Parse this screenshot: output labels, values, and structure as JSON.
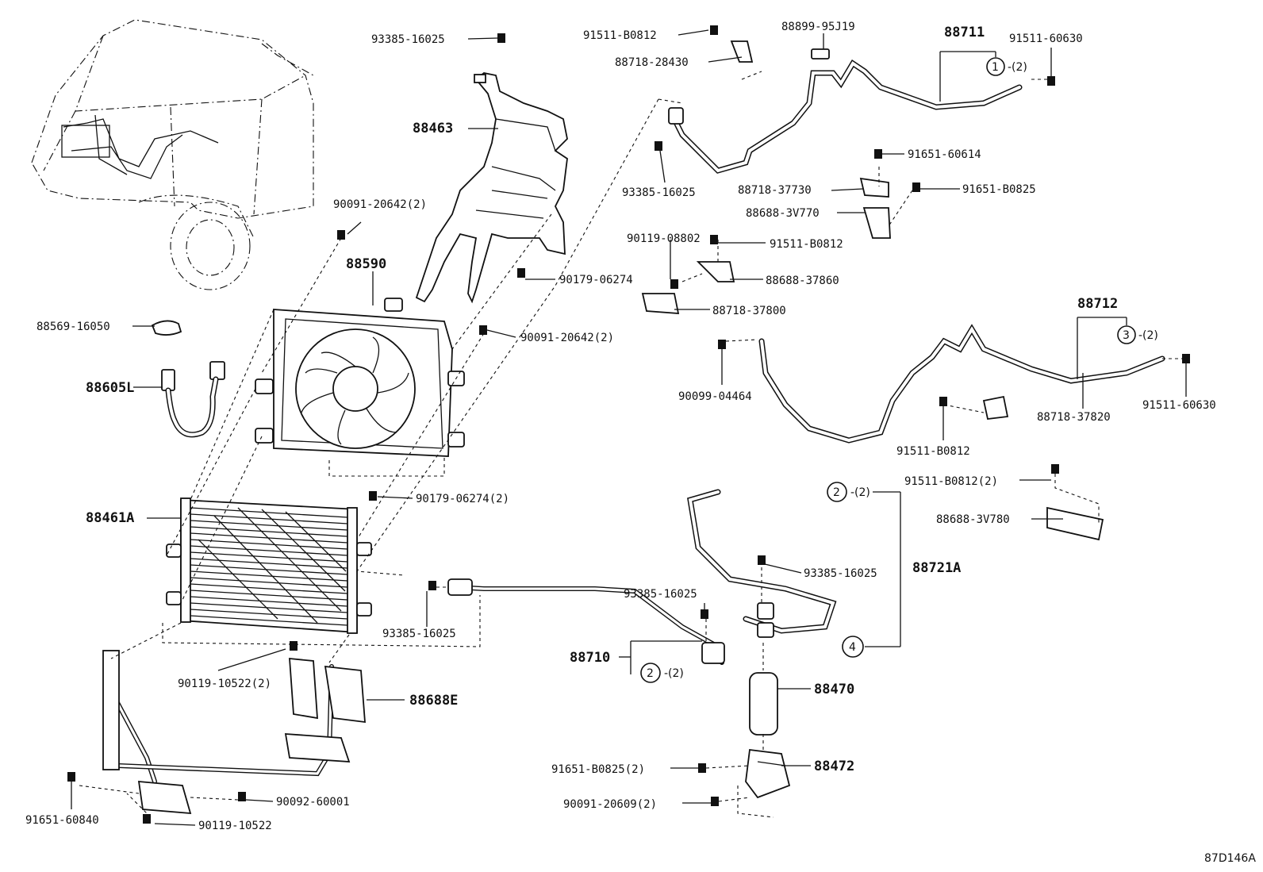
{
  "labels": {
    "l93385_a": "93385-16025",
    "l88463": "88463",
    "l90091_a": "90091-20642(2)",
    "l88590": "88590",
    "l88569": "88569-16050",
    "l88605L": "88605L",
    "l90179_a": "90179-06274",
    "l90091_b": "90091-20642(2)",
    "l90179_b": "90179-06274(2)",
    "l88461A": "88461A",
    "l90119_a": "90119-10522(2)",
    "l88688E": "88688E",
    "l91651_a": "91651-60840",
    "l90092": "90092-60001",
    "l90119_b": "90119-10522",
    "l91511_a": "91511-B0812",
    "l88718_a": "88718-28430",
    "l88899": "88899-95J19",
    "l88711": "88711",
    "l91511_b": "91511-60630",
    "l93385_b": "93385-16025",
    "l91651_b": "91651-60614",
    "l88718_b": "88718-37730",
    "l91651_c": "91651-B0825",
    "l88688_a": "88688-3V770",
    "l90119_c": "90119-08802",
    "l91511_c": "91511-B0812",
    "l88688_b": "88688-37860",
    "l88718_c": "88718-37800",
    "l88712": "88712",
    "l90099": "90099-04464",
    "l91511_d": "91511-B0812",
    "l88718_d": "88718-37820",
    "l91511_e": "91511-60630",
    "l91511_f": "91511-B0812(2)",
    "l88688_c": "88688-3V780",
    "l88721A": "88721A",
    "l93385_c": "93385-16025",
    "l93385_d": "93385-16025",
    "l93385_e": "93385-16025",
    "l88710": "88710",
    "l88470": "88470",
    "l91651_d": "91651-B0825(2)",
    "l88472": "88472",
    "l90091_c": "90091-20609(2)",
    "code": "87D146A"
  },
  "markers": {
    "m1": "1",
    "m1q": "-(2)",
    "m3": "3",
    "m3q": "-(2)",
    "m2a": "2",
    "m2aq": "-(2)",
    "m2b": "2",
    "m2bq": "-(2)",
    "m4": "4"
  }
}
